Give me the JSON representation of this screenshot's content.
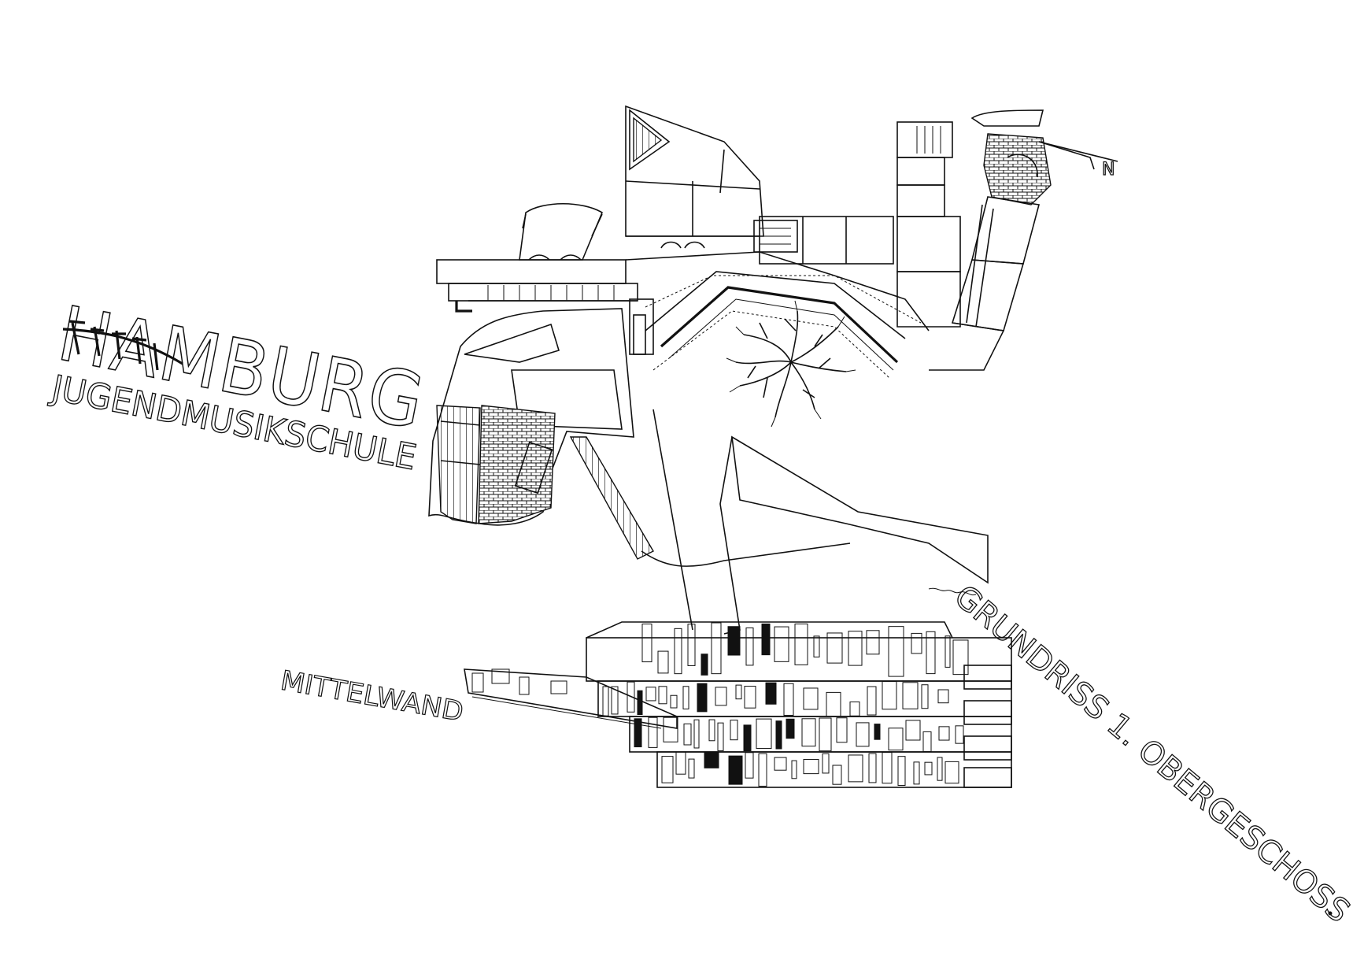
{
  "title": {
    "city": "HAMBURG",
    "school": "JUGENDMUSIKSCHULE"
  },
  "labels": {
    "plan": "GRUNDRISS 1. OBERGESCHOSS",
    "wall": "MITTELWAND"
  },
  "north_marker": "N",
  "colors": {
    "ink": "#111111",
    "paper": "#ffffff"
  }
}
